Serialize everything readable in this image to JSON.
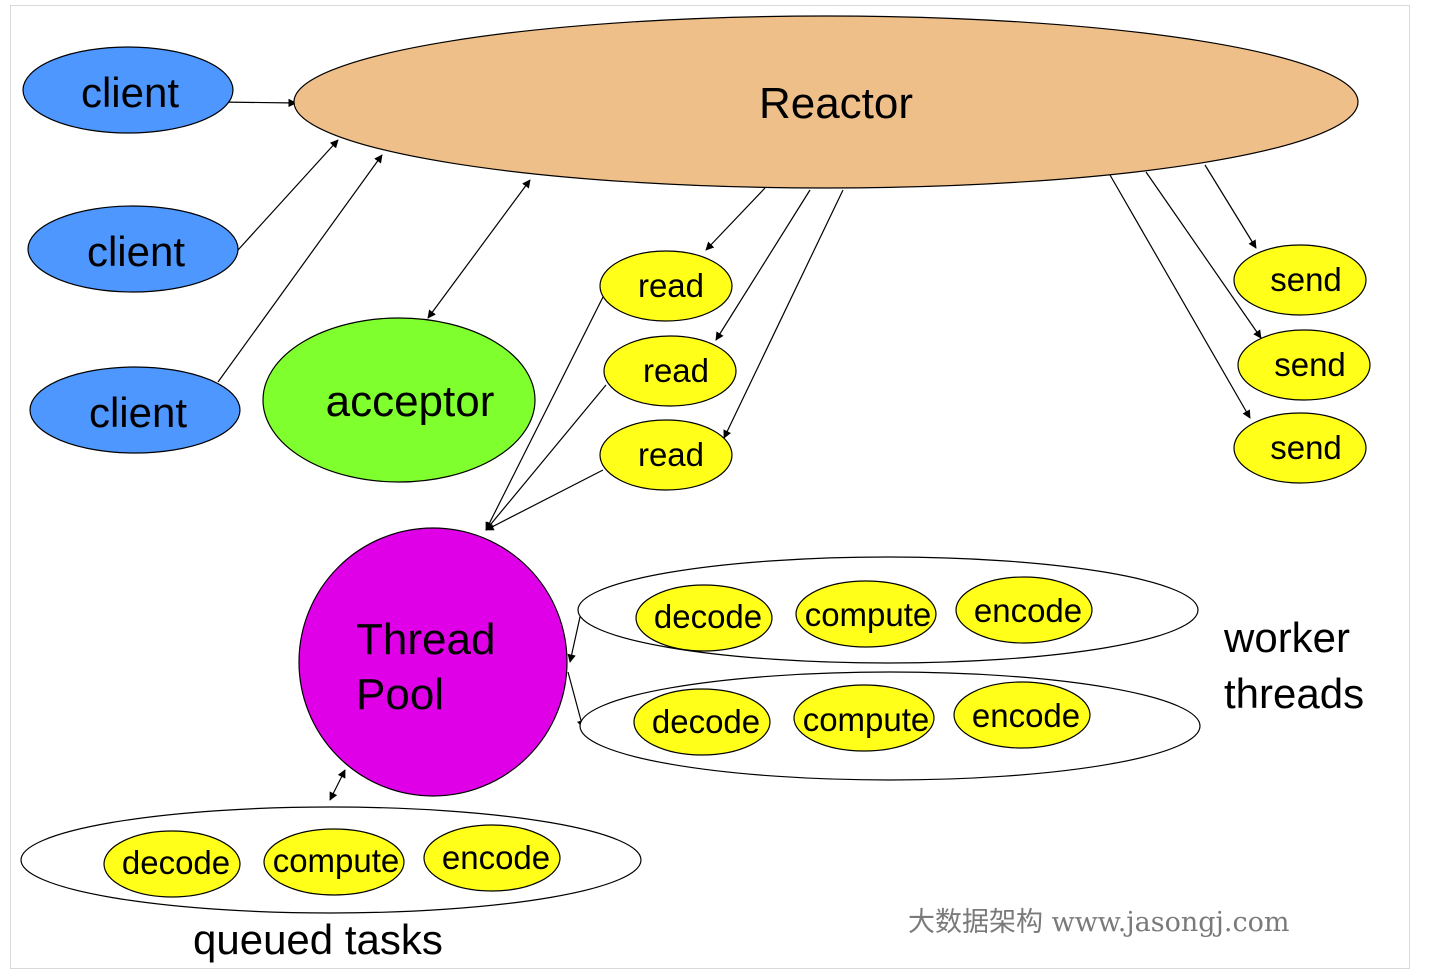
{
  "diagram": {
    "reactor": "Reactor",
    "clients": [
      "client",
      "client",
      "client"
    ],
    "acceptor": "acceptor",
    "reads": [
      "read",
      "read",
      "read"
    ],
    "sends": [
      "send",
      "send",
      "send"
    ],
    "thread_pool": [
      "Thread",
      "Pool"
    ],
    "worker_threads": [
      [
        "decode",
        "compute",
        "encode"
      ],
      [
        "decode",
        "compute",
        "encode"
      ]
    ],
    "worker_threads_label": [
      "worker",
      "threads"
    ],
    "queued_tasks": [
      "decode",
      "compute",
      "encode"
    ],
    "queued_tasks_label": "queued tasks"
  },
  "watermark": "大数据架构 www.jasongj.com",
  "colors": {
    "reactor": "#efbf8a",
    "client": "#4d97ff",
    "acceptor": "#80ff2e",
    "task": "#ffff1a",
    "thread_pool": "#e000e8"
  }
}
